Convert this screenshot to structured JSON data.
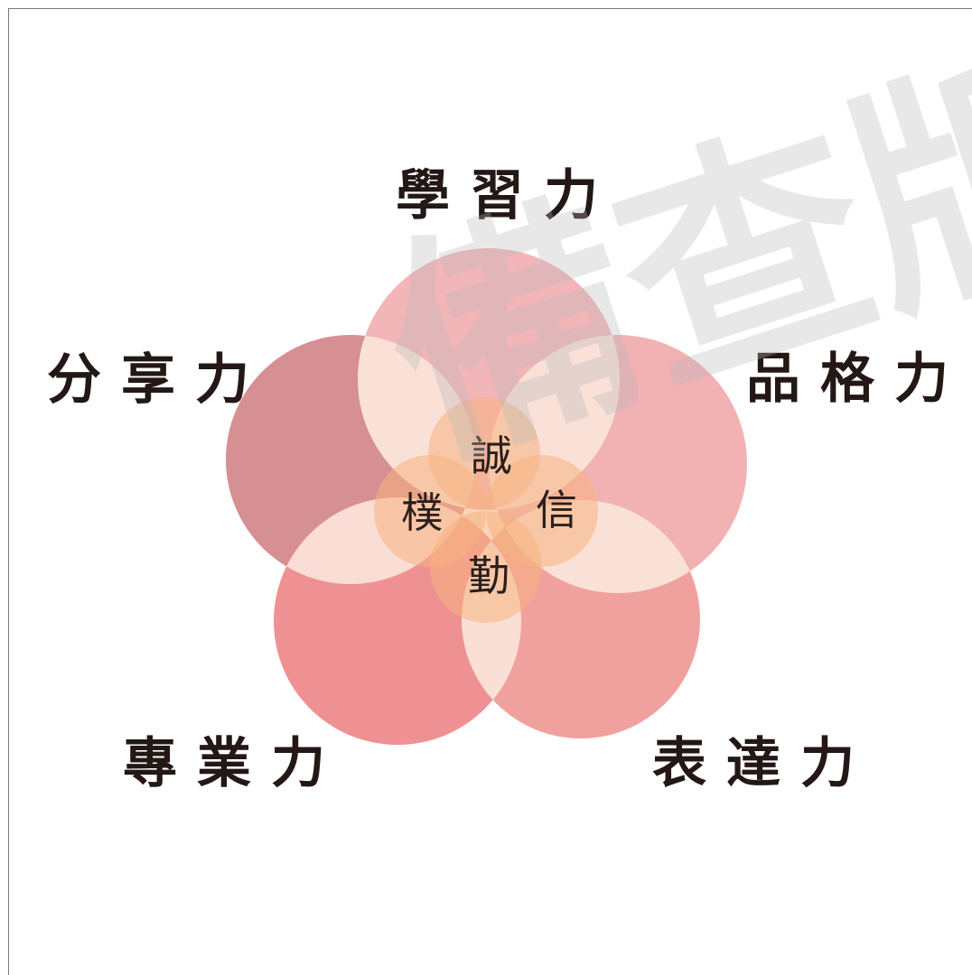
{
  "diagram": {
    "outer_labels": {
      "learning": "學習力",
      "character": "品格力",
      "expression": "表達力",
      "professional": "專業力",
      "sharing": "分享力"
    },
    "core_labels": {
      "sincerity": "誠",
      "trust": "信",
      "diligence": "勤",
      "simplicity": "樸"
    },
    "watermark": "備查版",
    "colors": {
      "petal_learning": "#f3b6b8",
      "petal_character": "#f2b2b4",
      "petal_expression": "#f0a19e",
      "petal_professional": "#ef9192",
      "petal_sharing": "#d68f93",
      "petal_overlap": "#fbe6dc",
      "core_circle": "#f6b37f",
      "text": "#231815"
    }
  }
}
